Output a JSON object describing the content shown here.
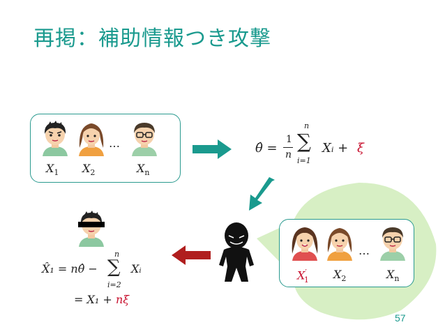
{
  "slide": {
    "title": "再掲：補助情報つき攻撃",
    "page_number": "57"
  },
  "top_box": {
    "labels": [
      "X",
      "X",
      "X"
    ],
    "subscripts": [
      "1",
      "2",
      "n"
    ],
    "ellipsis": "…"
  },
  "right_box": {
    "labels": [
      "X",
      "X",
      "X"
    ],
    "subscripts": [
      "1",
      "2",
      "n"
    ],
    "prime": "′",
    "ellipsis": "…"
  },
  "estimator": {
    "lhs": "θ̂ =",
    "frac_num": "1",
    "frac_den": "n",
    "sum": "∑",
    "sum_top": "n",
    "sum_bottom": "i=1",
    "term": "Xᵢ +",
    "noise": "ξ"
  },
  "attack": {
    "line1_lhs": "X̂₁ = nθ̂ −",
    "sum": "∑",
    "sum_top": "n",
    "sum_bottom": "i=2",
    "term": "Xᵢ",
    "line2": "= X₁ +",
    "noise": "nξ"
  },
  "colors": {
    "accent": "#1a9a8e",
    "arrow_teal": "#1a9a8e",
    "arrow_red": "#b01e1e",
    "bubble": "#d7efc4",
    "noise_red": "#c8102e"
  },
  "icons": {
    "person_boy": "boy-avatar-icon",
    "person_girl": "girl-avatar-icon",
    "person_glasses": "glasses-man-avatar-icon",
    "attacker": "masked-attacker-icon",
    "censored_boy": "censored-boy-avatar-icon"
  }
}
